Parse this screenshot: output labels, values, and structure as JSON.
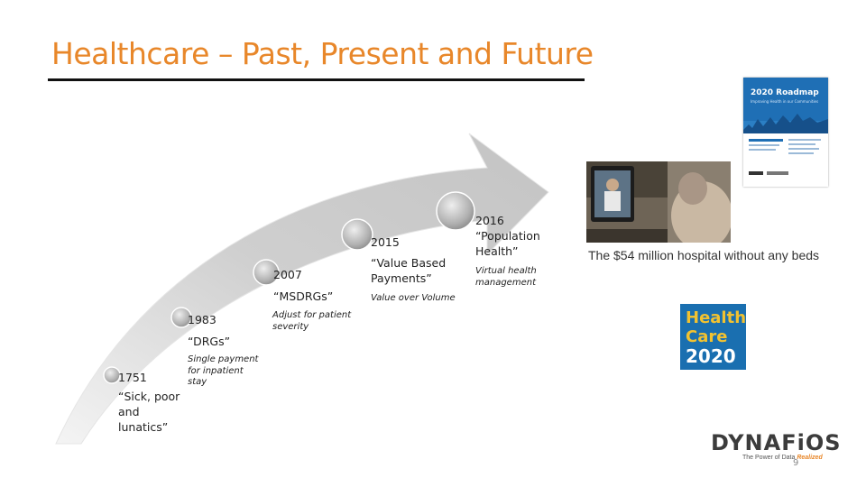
{
  "slide": {
    "title": "Healthcare – Past, Present and Future",
    "page_number": "9",
    "accent_color": "#e8872a"
  },
  "timeline": [
    {
      "year": "1751",
      "label": "“Sick, poor and lunatics”",
      "note": ""
    },
    {
      "year": "1983",
      "label": "“DRGs”",
      "note": "Single payment for inpatient stay"
    },
    {
      "year": "2007",
      "label": "“MSDRGs”",
      "note": "Adjust for patient severity"
    },
    {
      "year": "2015",
      "label": "“Value Based Payments”",
      "note": "Value over Volume"
    },
    {
      "year": "2016",
      "label": "“Population Health”",
      "note": "Virtual health management"
    }
  ],
  "images": {
    "roadmap_title": "2020 Roadmap",
    "roadmap_subtitle": "Improving Health in our Communities",
    "hospital_caption": "The $54 million hospital without any beds",
    "health_care_2020": [
      "Health",
      "Care",
      "2020"
    ]
  },
  "logo": {
    "name": "DYNAFiOS",
    "tagline_prefix": "The Power of Data",
    "tagline_suffix": "Realized"
  }
}
